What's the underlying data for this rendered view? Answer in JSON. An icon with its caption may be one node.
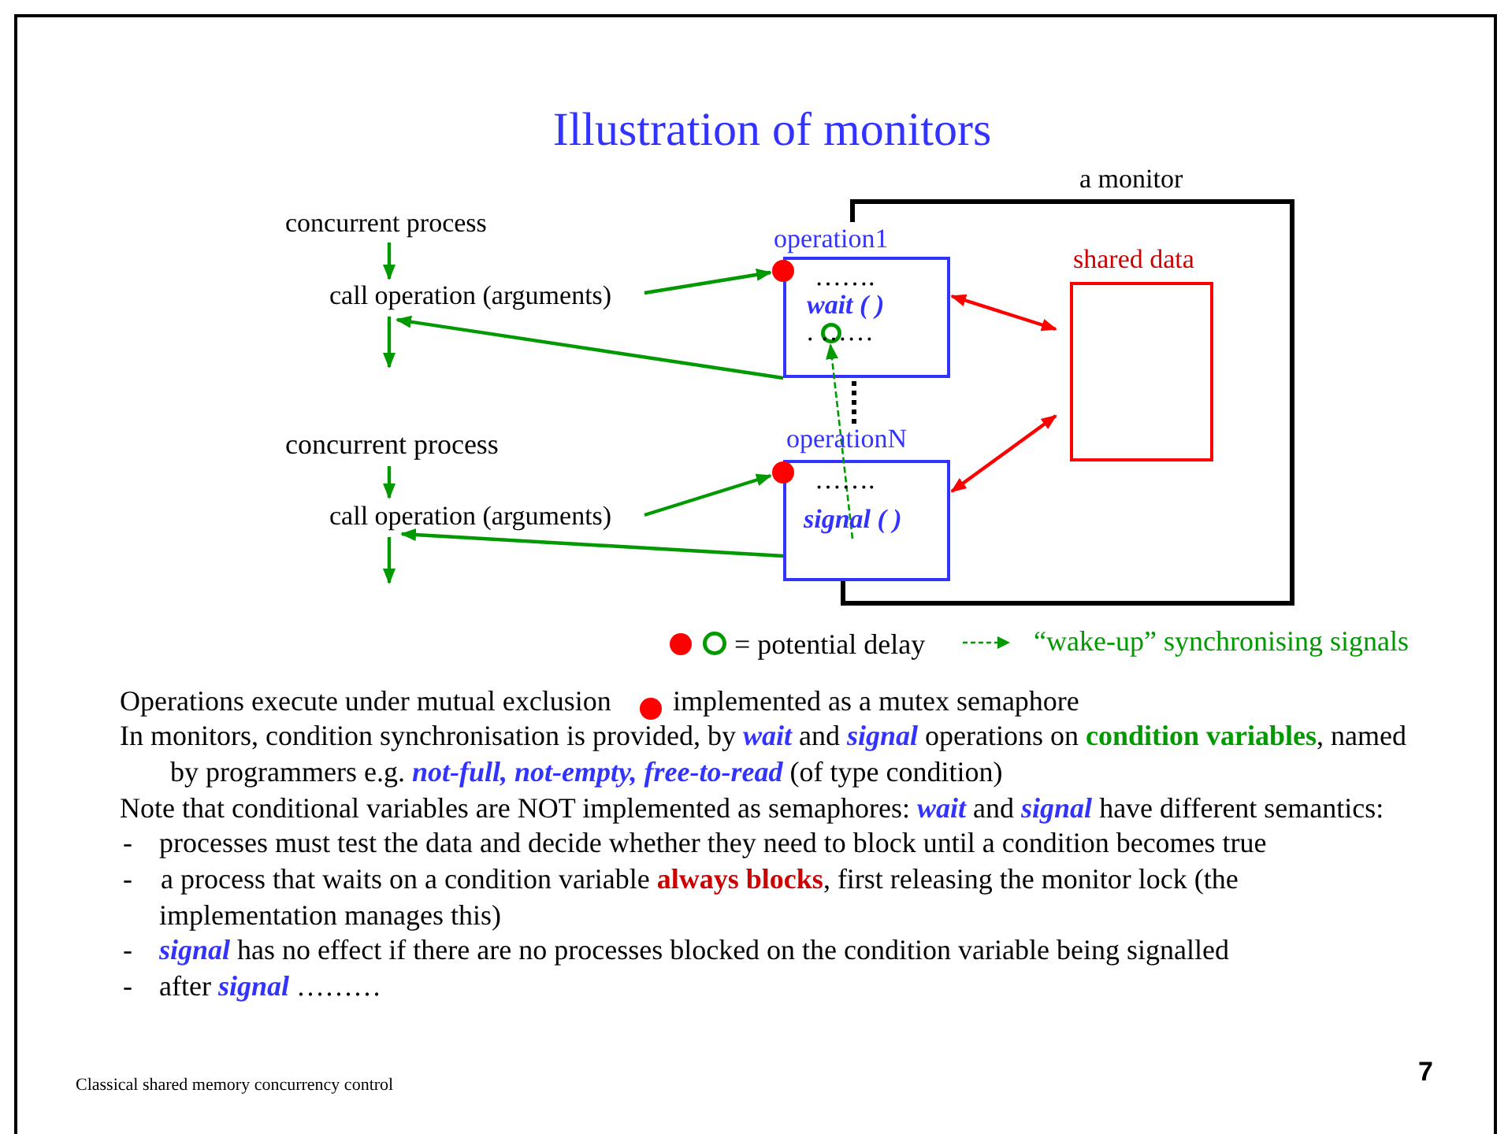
{
  "diagram": {
    "title": "Illustration of monitors",
    "nodes": [
      {
        "text": [
          "concurrent process"
        ]
      },
      {
        "text": [
          "call operation (arguments)"
        ]
      },
      {
        "text": [
          "a monitor"
        ]
      },
      {
        "text": [
          "operation1",
          "…….",
          "wait ( )",
          ". ……"
        ],
        "in": 2
      },
      {
        "text": [],
        "shape": "circle",
        "in": 3
      },
      {
        "text": [],
        "shape": "circle",
        "in": 3
      },
      {
        "text": [
          "shared data"
        ],
        "in": 2
      },
      {
        "text": [
          "concurrent process"
        ]
      },
      {
        "text": [
          "call operation (arguments)"
        ]
      },
      {
        "text": [
          "operationN",
          "…….",
          "signal ( )"
        ],
        "in": 2
      },
      {
        "text": [],
        "shape": "circle",
        "in": 9
      }
    ],
    "edges": [
      {
        "from": 0,
        "to": 1,
        "arrow": "to"
      },
      {
        "from": 1,
        "to": null,
        "arrow": "to"
      },
      {
        "from": 1,
        "to": 4,
        "arrow": "to"
      },
      {
        "from": 3,
        "to": 1,
        "arrow": "to"
      },
      {
        "from": 3,
        "to": 6,
        "arrow": "both",
        "color": "#ff0000"
      },
      {
        "from": 7,
        "to": 8,
        "arrow": "to"
      },
      {
        "from": 8,
        "to": null,
        "arrow": "to"
      },
      {
        "from": 8,
        "to": 10,
        "arrow": "to"
      },
      {
        "from": 9,
        "to": 8,
        "arrow": "to"
      },
      {
        "from": 9,
        "to": 6,
        "arrow": "both",
        "color": "#ff0000"
      },
      {
        "from": 9,
        "to": 5,
        "arrow": "to",
        "style": "dashed"
      }
    ],
    "labels": [
      "Operations execute under mutual exclusion",
      "implemented as a mutex semaphore",
      "In monitors, condition synchronisation is provided, by *wait* and *signal* operations on **condition variables**, named by programmers e.g. *not-full,  not-empty,  free-to-read*  (of  type condition)",
      "Note that conditional variables are NOT implemented as semaphores: *wait* and *signal* have different semantics:",
      "-",
      "processes must test the data and decide whether they need to block until a condition becomes true",
      "-",
      "a process that waits on a condition variable **always blocks**, first releasing the monitor lock (the implementation manages this)",
      "-",
      "*signal* has no effect if there are no processes blocked on the condition variable being signalled",
      "-",
      "after *signal*  ………",
      "Classical shared memory concurrency control",
      "7"
    ],
    "legend": [
      {
        "text": "= potential delay"
      },
      {
        "text": "“wake-up” synchronising signals"
      }
    ]
  }
}
